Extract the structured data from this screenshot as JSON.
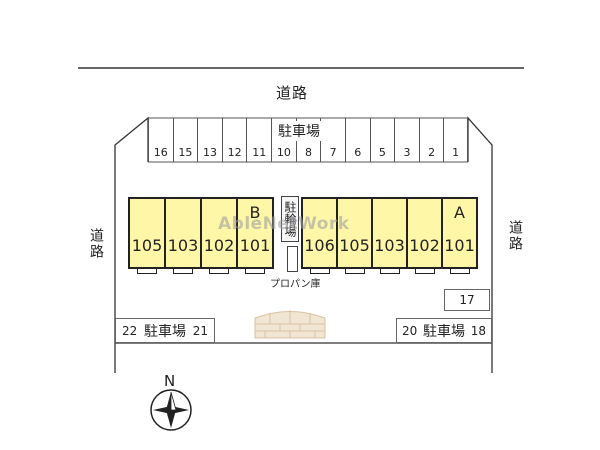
{
  "roads": {
    "top": "道路",
    "left": "道路",
    "right": "道路"
  },
  "top_parking": {
    "label": "駐車場",
    "spots": [
      "16",
      "15",
      "13",
      "12",
      "11",
      "10",
      "8",
      "7",
      "6",
      "5",
      "3",
      "2",
      "1"
    ]
  },
  "building_b": {
    "letter": "B",
    "units": [
      "105",
      "103",
      "102",
      "101"
    ]
  },
  "building_a": {
    "letter": "A",
    "units": [
      "106",
      "105",
      "103",
      "102",
      "101"
    ]
  },
  "bicycle_parking": {
    "label": "駐輪場"
  },
  "propane_store": {
    "label": "プロパン庫"
  },
  "spot_17": "17",
  "bottom_left_parking": {
    "start": "22",
    "label": "駐車場",
    "end": "21"
  },
  "bottom_right_parking": {
    "start": "20",
    "label": "駐車場",
    "end": "18"
  },
  "compass": {
    "label": "N"
  },
  "watermark": "AbleNetWork",
  "colors": {
    "unit_fill": "#fff7a8",
    "line": "#333333"
  }
}
